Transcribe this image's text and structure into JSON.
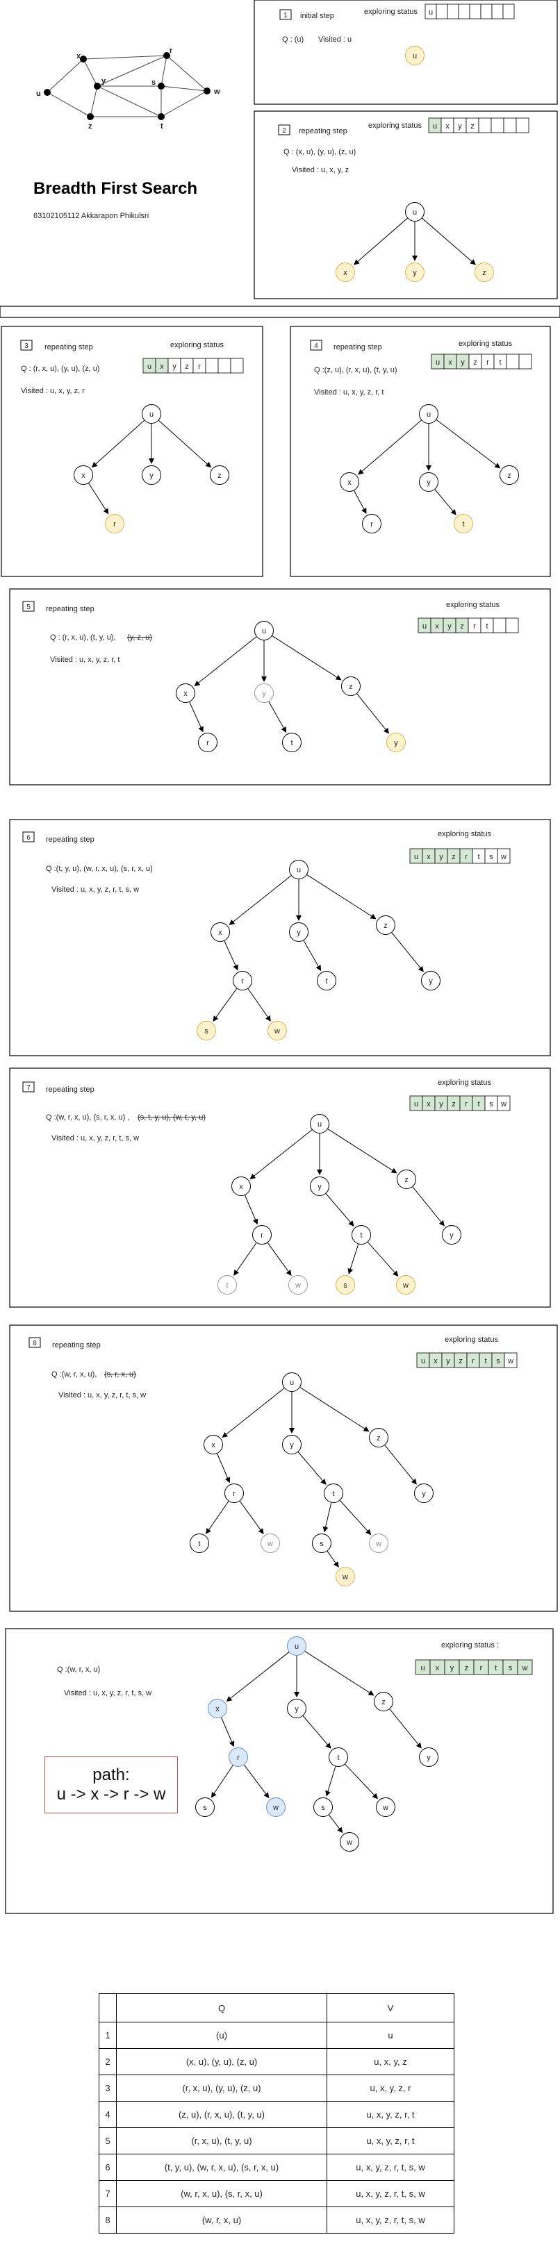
{
  "page": {
    "title": "Breadth First Search",
    "author": "63102105112 Akkarapon Phikulsri"
  },
  "labels": {
    "exploring_status": "exploring status",
    "exploring_status_dots": "exploring status :"
  },
  "overview_graph": {
    "nodes": [
      "x",
      "r",
      "u",
      "y",
      "s",
      "w",
      "z",
      "t"
    ]
  },
  "steps": [
    {
      "number": "1",
      "name": "initial step",
      "q": "Q : (u)",
      "visited": "Visited : u",
      "status": [
        "u",
        "",
        "",
        "",
        "",
        "",
        "",
        ""
      ],
      "green": 0
    },
    {
      "number": "2",
      "name": "repeating step",
      "q": "Q : (x, u), (y, u), (z, u)",
      "visited": "Visited : u, x, y, z",
      "status": [
        "u",
        "x",
        "y",
        "z",
        "",
        "",
        "",
        ""
      ],
      "green": 1
    },
    {
      "number": "3",
      "name": "repeating step",
      "q": "Q : (r, x, u), (y, u), (z, u)",
      "visited": "Visited : u, x, y, z, r",
      "status": [
        "u",
        "x",
        "y",
        "z",
        "r",
        "",
        "",
        ""
      ],
      "green": 2
    },
    {
      "number": "4",
      "name": "repeating step",
      "q": "Q :(z, u), (r, x, u), (t, y, u)",
      "visited": "Visited : u, x, y, z, r, t",
      "status": [
        "u",
        "x",
        "y",
        "z",
        "r",
        "t",
        "",
        ""
      ],
      "green": 3
    },
    {
      "number": "5",
      "name": "repeating step",
      "q": "Q : (r, x, u), (t, y, u),",
      "q_struck": "(y, z, u)",
      "visited": "Visited : u, x, y, z, r, t",
      "status": [
        "u",
        "x",
        "y",
        "z",
        "r",
        "t",
        "",
        ""
      ],
      "green": 4
    },
    {
      "number": "6",
      "name": "repeating step",
      "q": "Q :(t, y, u), (w, r, x, u), (s, r, x, u)",
      "visited": "Visited : u, x, y, z, r, t, s, w",
      "status": [
        "u",
        "x",
        "y",
        "z",
        "r",
        "t",
        "s",
        "w"
      ],
      "green": 5
    },
    {
      "number": "7",
      "name": "repeating step",
      "q": "Q :(w, r, x, u), (s, r, x, u) ,",
      "q_struck": "(s, t, y, u), (w, t, y, u)",
      "visited": "Visited : u, x, y, z, r, t, s, w",
      "status": [
        "u",
        "x",
        "y",
        "z",
        "r",
        "t",
        "s",
        "w"
      ],
      "green": 6
    },
    {
      "number": "8",
      "name": "repeating step",
      "q": "Q :(w, r, x, u),",
      "q_struck": "(s, r, x, u)",
      "visited": "Visited : u, x, y, z, r, t, s, w",
      "status": [
        "u",
        "x",
        "y",
        "z",
        "r",
        "t",
        "s",
        "w"
      ],
      "green": 7
    }
  ],
  "final": {
    "q": "Q :(w, r, x, u)",
    "visited": "Visited : u, x, y, z, r, t, s, w",
    "status": [
      "u",
      "x",
      "y",
      "z",
      "r",
      "t",
      "s",
      "w"
    ],
    "path_label": "path:",
    "path": "u -> x -> r -> w"
  },
  "summary_table": {
    "headers": [
      "",
      "Q",
      "V"
    ],
    "rows": [
      [
        "1",
        "(u)",
        "u"
      ],
      [
        "2",
        "(x, u), (y, u), (z, u)",
        "u, x, y, z"
      ],
      [
        "3",
        "(r, x, u), (y, u), (z, u)",
        "u, x, y, z, r"
      ],
      [
        "4",
        "(z, u), (r, x, u), (t, y, u)",
        "u, x, y, z, r, t"
      ],
      [
        "5",
        "(r, x, u), (t, y, u)",
        "u, x, y, z, r, t"
      ],
      [
        "6",
        "(t, y, u), (w, r, x, u), (s, r, x, u)",
        "u, x, y, z, r, t, s, w"
      ],
      [
        "7",
        "(w, r, x, u), (s, r, x, u)",
        "u, x, y, z, r, t, s, w"
      ],
      [
        "8",
        "(w, r, x, u)",
        "u, x, y, z, r, t, s, w"
      ]
    ]
  },
  "colors": {
    "highlight_fill": "#fff2cc",
    "highlight_stroke": "#d6b656",
    "path_fill": "#dae8fc",
    "path_stroke": "#6c8ebf",
    "visited_cell": "#d5e8d4",
    "path_box_border": "#b85450"
  }
}
